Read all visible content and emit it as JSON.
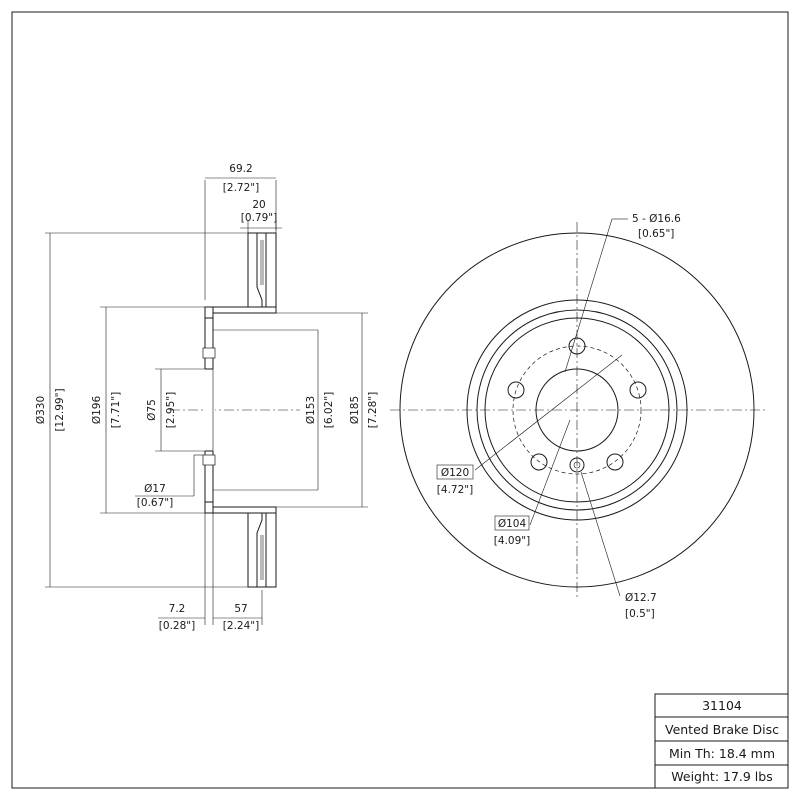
{
  "side_view": {
    "overall_width": {
      "value": "69.2",
      "inch": "[2.72\"]"
    },
    "rotor_thickness": {
      "value": "20",
      "inch": "[0.79\"]"
    },
    "outer_diameter": {
      "value": "Ø330",
      "inch": "[12.99\"]"
    },
    "hat_diameter": {
      "value": "Ø196",
      "inch": "[7.71\"]"
    },
    "center_bore": {
      "value": "Ø75",
      "inch": "[2.95\"]"
    },
    "inner_hat_diameter": {
      "value": "Ø153",
      "inch": "[6.02\"]"
    },
    "drum_diameter": {
      "value": "Ø185",
      "inch": "[7.28\"]"
    },
    "pin_hole": {
      "value": "Ø17",
      "inch": "[0.67\"]"
    },
    "hat_thickness": {
      "value": "7.2",
      "inch": "[0.28\"]"
    },
    "hat_height": {
      "value": "57",
      "inch": "[2.24\"]"
    }
  },
  "front_view": {
    "bolt_holes": {
      "value": "5 - Ø16.6",
      "inch": "[0.65\"]"
    },
    "pcd_outer": {
      "value": "Ø120",
      "inch": "[4.72\"]"
    },
    "pcd_inner": {
      "value": "Ø104",
      "inch": "[4.09\"]"
    },
    "locator_hole": {
      "value": "Ø12.7",
      "inch": "[0.5\"]"
    }
  },
  "title_block": {
    "part_number": "31104",
    "description": "Vented Brake Disc",
    "min_thickness": "Min Th: 18.4 mm",
    "weight": "Weight: 17.9 lbs"
  }
}
